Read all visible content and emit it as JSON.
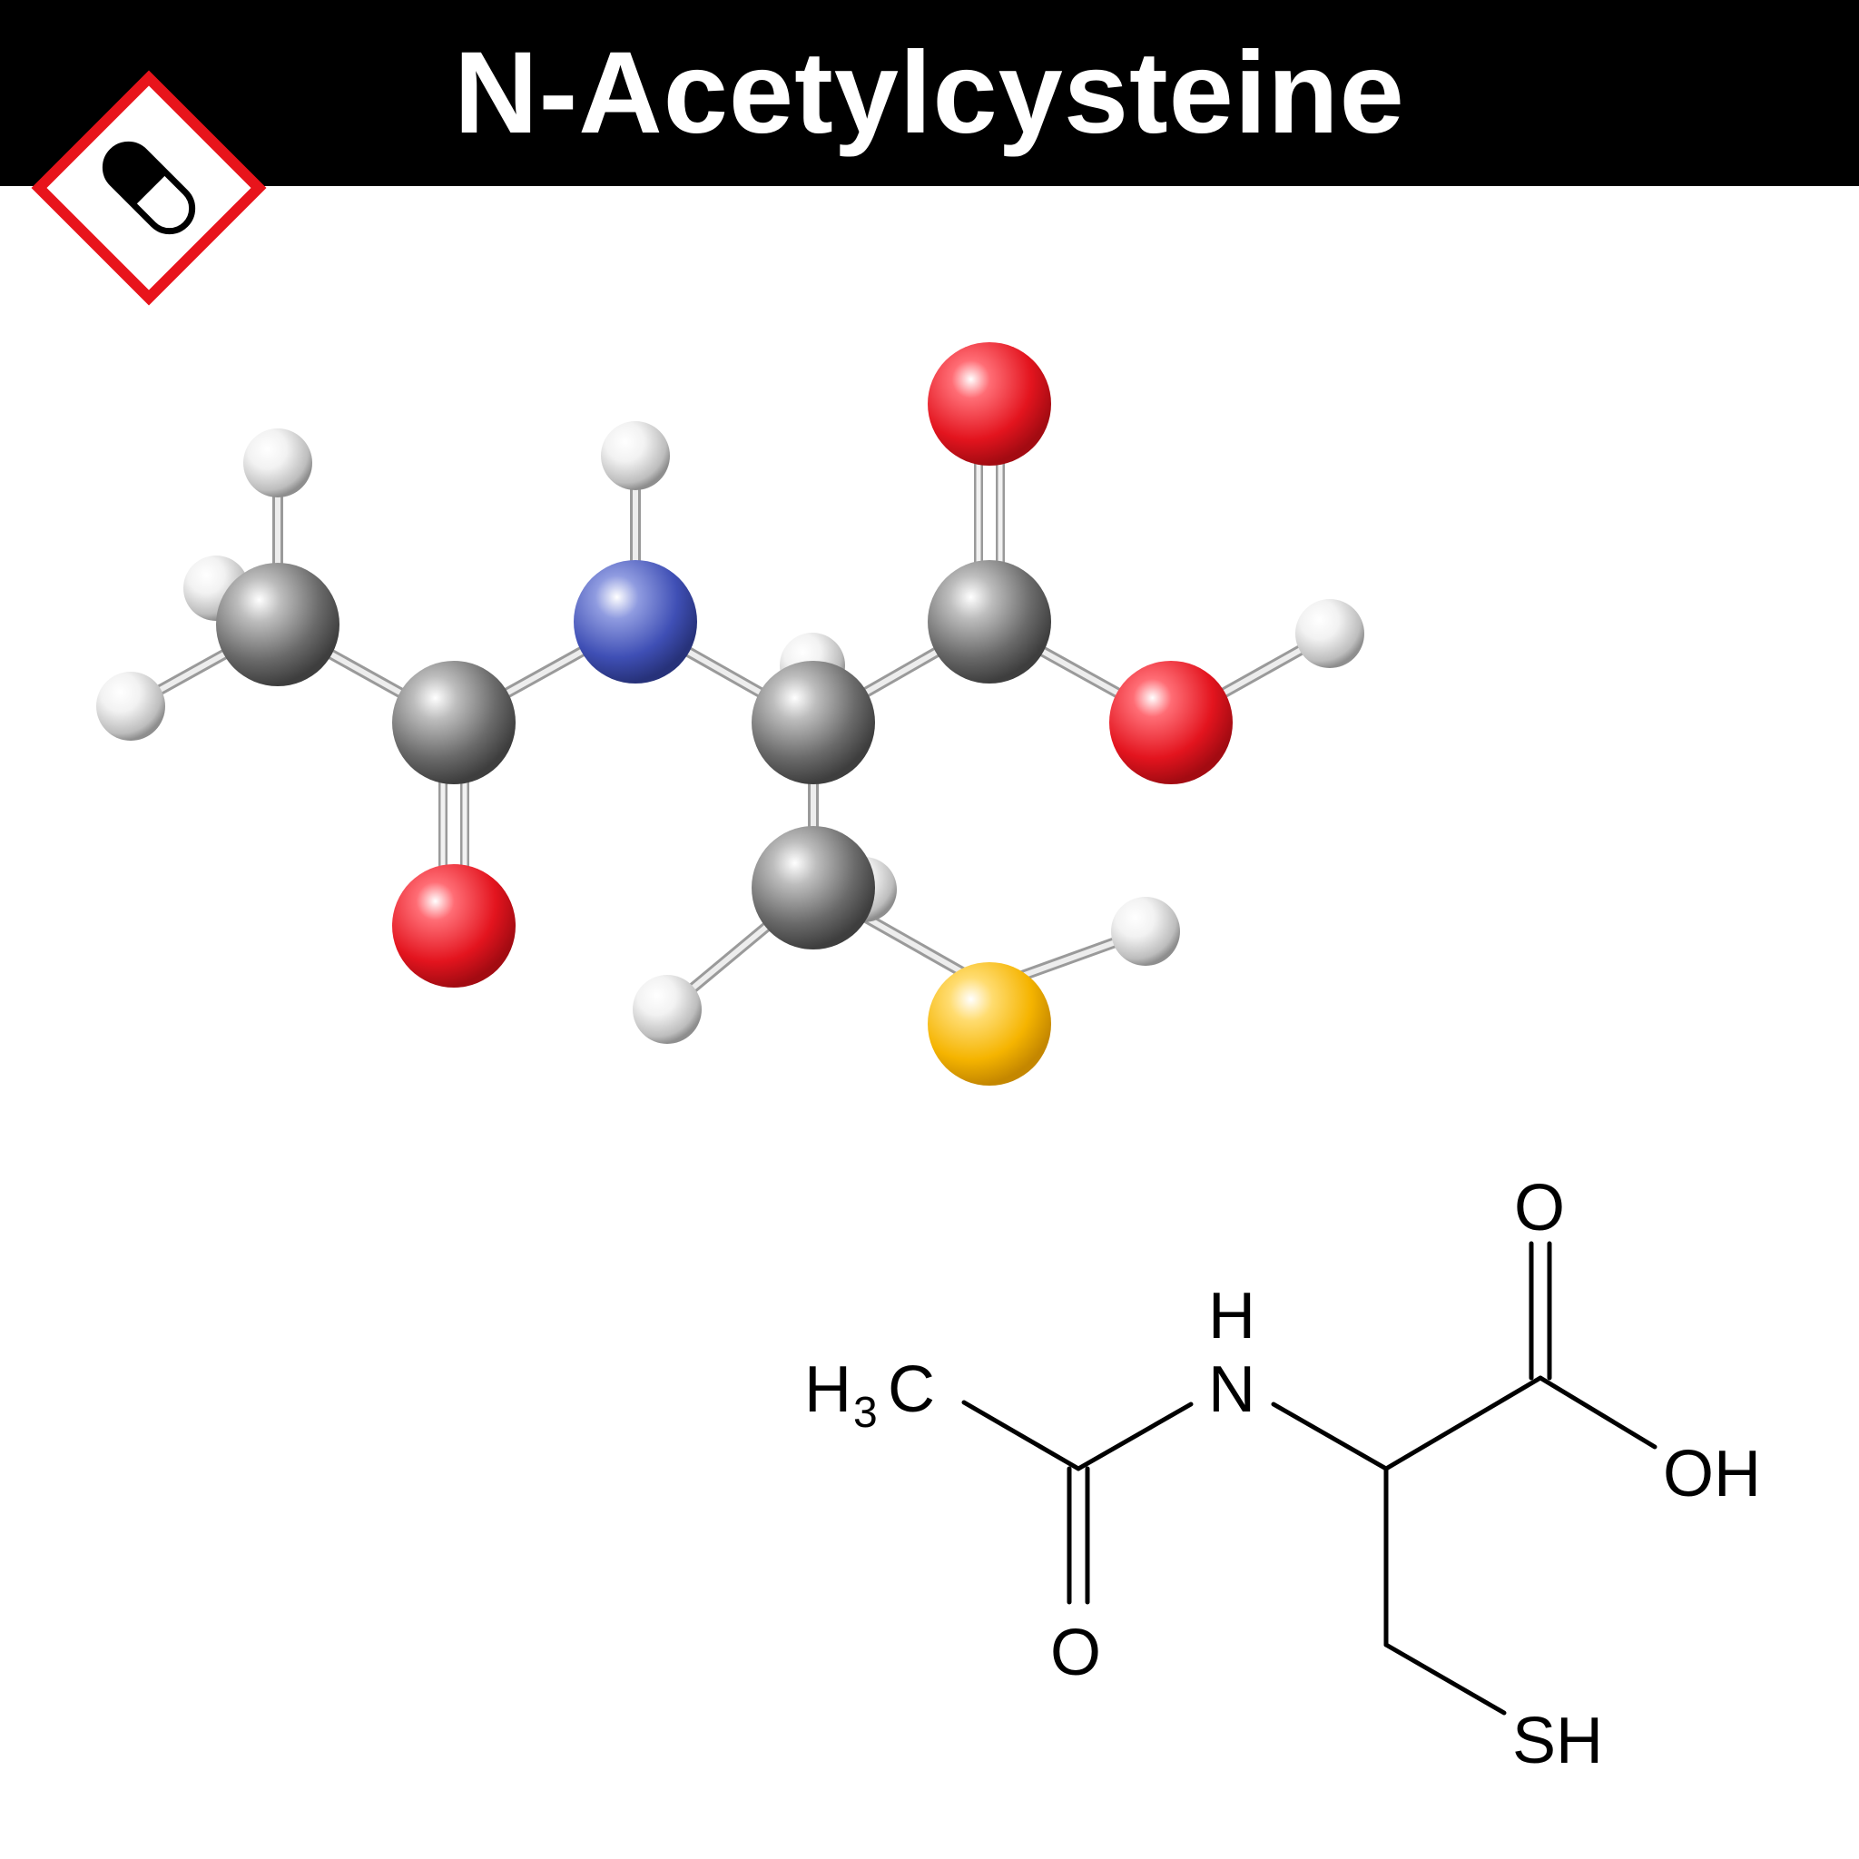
{
  "header": {
    "title": "N-Acetylcysteine",
    "background": "#000000",
    "title_color": "#ffffff"
  },
  "badge": {
    "icon": "pill-capsule-icon",
    "border_color": "#e8141b"
  },
  "ball_and_stick_model": {
    "atom_colors": {
      "carbon": "#5a5a5a",
      "oxygen": "#e3141e",
      "nitrogen": "#3f4fb5",
      "sulfur": "#f5b400",
      "hydrogen": "#ececec"
    }
  },
  "structural_formula": {
    "labels": {
      "methyl_h": "H",
      "methyl_sub": "3",
      "methyl_c": "C",
      "amide_h": "H",
      "amide_n": "N",
      "acid_o": "O",
      "hydroxyl": "OH",
      "amide_o": "O",
      "thiol": "SH"
    }
  }
}
